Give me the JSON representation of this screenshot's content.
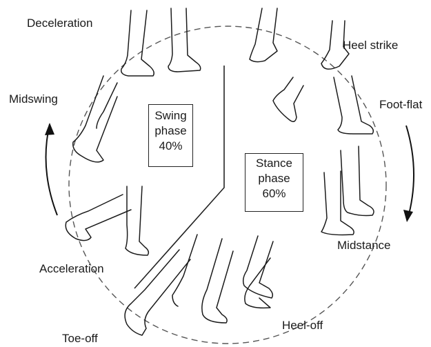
{
  "phase_labels": {
    "deceleration": "Deceleration",
    "heel_strike": "Heel strike",
    "midswing": "Midswing",
    "foot_flat": "Foot-flat",
    "midstance": "Midstance",
    "acceleration": "Acceleration",
    "heel_off": "Heel-off",
    "toe_off": "Toe-off"
  },
  "swing_box": {
    "line1": "Swing",
    "line2": "phase",
    "line3": "40%"
  },
  "stance_box": {
    "line1": "Stance",
    "line2": "phase",
    "line3": "60%"
  },
  "colors": {
    "ink": "#222222",
    "dash": "#555555",
    "background": "#ffffff"
  }
}
